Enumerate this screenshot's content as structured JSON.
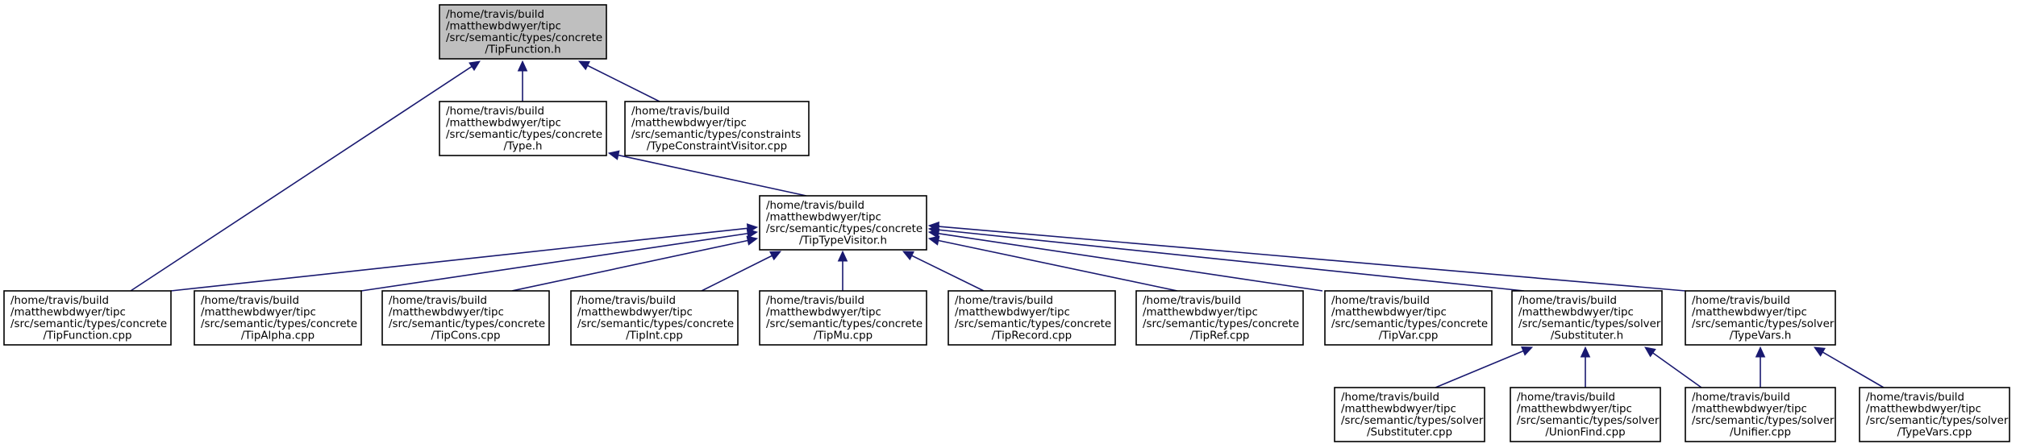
{
  "graph": {
    "edge_color": "#191970",
    "node_fill": "#ffffff",
    "highlight_fill": "#bfbfbf",
    "nodes": [
      {
        "id": "tipfunction_h",
        "highlight": true,
        "lines": [
          "/home/travis/build",
          "/matthewbdwyer/tipc",
          "/src/semantic/types/concrete",
          "/TipFunction.h"
        ]
      },
      {
        "id": "type_h",
        "lines": [
          "/home/travis/build",
          "/matthewbdwyer/tipc",
          "/src/semantic/types/concrete",
          "/Type.h"
        ]
      },
      {
        "id": "typeconstraintvisitor_cpp",
        "lines": [
          "/home/travis/build",
          "/matthewbdwyer/tipc",
          "/src/semantic/types/constraints",
          "/TypeConstraintVisitor.cpp"
        ]
      },
      {
        "id": "tiptypevisitor_h",
        "lines": [
          "/home/travis/build",
          "/matthewbdwyer/tipc",
          "/src/semantic/types/concrete",
          "/TipTypeVisitor.h"
        ]
      },
      {
        "id": "tipfunction_cpp",
        "lines": [
          "/home/travis/build",
          "/matthewbdwyer/tipc",
          "/src/semantic/types/concrete",
          "/TipFunction.cpp"
        ]
      },
      {
        "id": "tipalpha_cpp",
        "lines": [
          "/home/travis/build",
          "/matthewbdwyer/tipc",
          "/src/semantic/types/concrete",
          "/TipAlpha.cpp"
        ]
      },
      {
        "id": "tipcons_cpp",
        "lines": [
          "/home/travis/build",
          "/matthewbdwyer/tipc",
          "/src/semantic/types/concrete",
          "/TipCons.cpp"
        ]
      },
      {
        "id": "tipint_cpp",
        "lines": [
          "/home/travis/build",
          "/matthewbdwyer/tipc",
          "/src/semantic/types/concrete",
          "/TipInt.cpp"
        ]
      },
      {
        "id": "tipmu_cpp",
        "lines": [
          "/home/travis/build",
          "/matthewbdwyer/tipc",
          "/src/semantic/types/concrete",
          "/TipMu.cpp"
        ]
      },
      {
        "id": "tiprecord_cpp",
        "lines": [
          "/home/travis/build",
          "/matthewbdwyer/tipc",
          "/src/semantic/types/concrete",
          "/TipRecord.cpp"
        ]
      },
      {
        "id": "tipref_cpp",
        "lines": [
          "/home/travis/build",
          "/matthewbdwyer/tipc",
          "/src/semantic/types/concrete",
          "/TipRef.cpp"
        ]
      },
      {
        "id": "tipvar_cpp",
        "lines": [
          "/home/travis/build",
          "/matthewbdwyer/tipc",
          "/src/semantic/types/concrete",
          "/TipVar.cpp"
        ]
      },
      {
        "id": "substituter_h",
        "lines": [
          "/home/travis/build",
          "/matthewbdwyer/tipc",
          "/src/semantic/types/solver",
          "/Substituter.h"
        ]
      },
      {
        "id": "typevars_h",
        "lines": [
          "/home/travis/build",
          "/matthewbdwyer/tipc",
          "/src/semantic/types/solver",
          "/TypeVars.h"
        ]
      },
      {
        "id": "substituter_cpp",
        "lines": [
          "/home/travis/build",
          "/matthewbdwyer/tipc",
          "/src/semantic/types/solver",
          "/Substituter.cpp"
        ]
      },
      {
        "id": "unionfind_cpp",
        "lines": [
          "/home/travis/build",
          "/matthewbdwyer/tipc",
          "/src/semantic/types/solver",
          "/UnionFind.cpp"
        ]
      },
      {
        "id": "unifier_cpp",
        "lines": [
          "/home/travis/build",
          "/matthewbdwyer/tipc",
          "/src/semantic/types/solver",
          "/Unifier.cpp"
        ]
      },
      {
        "id": "typevars_cpp",
        "lines": [
          "/home/travis/build",
          "/matthewbdwyer/tipc",
          "/src/semantic/types/solver",
          "/TypeVars.cpp"
        ]
      }
    ],
    "edges": [
      {
        "from": "type_h",
        "to": "tipfunction_h"
      },
      {
        "from": "typeconstraintvisitor_cpp",
        "to": "tipfunction_h"
      },
      {
        "from": "tipfunction_cpp",
        "to": "tipfunction_h"
      },
      {
        "from": "tiptypevisitor_h",
        "to": "type_h"
      },
      {
        "from": "tipfunction_cpp",
        "to": "tiptypevisitor_h"
      },
      {
        "from": "tipalpha_cpp",
        "to": "tiptypevisitor_h"
      },
      {
        "from": "tipcons_cpp",
        "to": "tiptypevisitor_h"
      },
      {
        "from": "tipint_cpp",
        "to": "tiptypevisitor_h"
      },
      {
        "from": "tipmu_cpp",
        "to": "tiptypevisitor_h"
      },
      {
        "from": "tiprecord_cpp",
        "to": "tiptypevisitor_h"
      },
      {
        "from": "tipref_cpp",
        "to": "tiptypevisitor_h"
      },
      {
        "from": "tipvar_cpp",
        "to": "tiptypevisitor_h"
      },
      {
        "from": "substituter_h",
        "to": "tiptypevisitor_h"
      },
      {
        "from": "typevars_h",
        "to": "tiptypevisitor_h"
      },
      {
        "from": "substituter_cpp",
        "to": "substituter_h"
      },
      {
        "from": "unionfind_cpp",
        "to": "substituter_h"
      },
      {
        "from": "unifier_cpp",
        "to": "substituter_h"
      },
      {
        "from": "unifier_cpp",
        "to": "typevars_h"
      },
      {
        "from": "typevars_cpp",
        "to": "typevars_h"
      }
    ]
  }
}
